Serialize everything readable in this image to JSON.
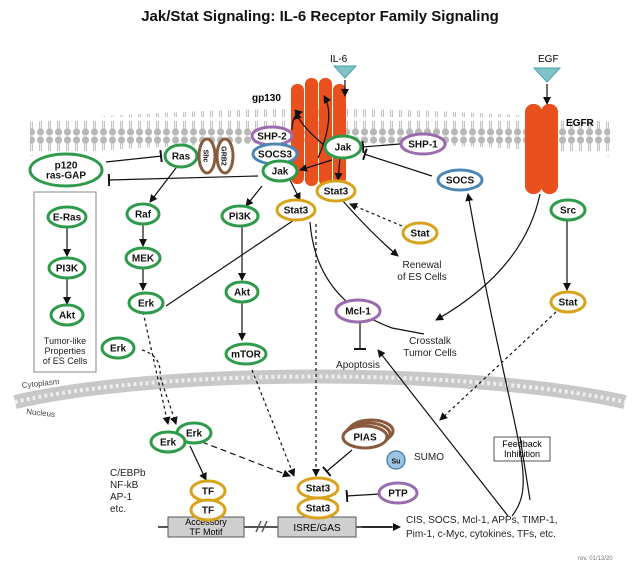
{
  "title": "Jak/Stat Signaling: IL-6 Receptor Family Signaling",
  "receptors": {
    "il6": "IL-6",
    "gp130": "gp130",
    "egf": "EGF",
    "egfr": "EGFR"
  },
  "membrane": {
    "cytoplasm": "Cytoplasm",
    "nucleus": "Nucleus"
  },
  "nodes": {
    "p120_line1": "p120",
    "p120_line2": "ras-GAP",
    "ras": "Ras",
    "shc": "Shc",
    "grb2": "GRB2",
    "shp2": "SHP-2",
    "socs3": "SOCS3",
    "jak_left": "Jak",
    "jak_right": "Jak",
    "shp1": "SHP-1",
    "stat3_left": "Stat3",
    "stat3_right": "Stat3",
    "stat_top": "Stat",
    "socs": "SOCS",
    "src": "Src",
    "stat_right": "Stat",
    "eras": "E-Ras",
    "pi3k_left": "PI3K",
    "akt_left": "Akt",
    "raf": "Raf",
    "mek": "MEK",
    "erk_mid": "Erk",
    "erk_left": "Erk",
    "pi3k_mid": "PI3K",
    "akt_mid": "Akt",
    "mtor": "mTOR",
    "mcl1": "Mcl-1",
    "erk_nuc1": "Erk",
    "erk_nuc2": "Erk",
    "tf1": "TF",
    "tf2": "TF",
    "stat3_nuc1": "Stat3",
    "stat3_nuc2": "Stat3",
    "pias": "PIAS",
    "su": "Su",
    "ptp": "PTP"
  },
  "labels": {
    "tumor_line1": "Tumor-like",
    "tumor_line2": "Properties",
    "tumor_line3": "of ES Cells",
    "renewal_line1": "Renewal",
    "renewal_line2": "of ES Cells",
    "crosstalk_line1": "Crosstalk",
    "crosstalk_line2": "Tumor Cells",
    "apoptosis": "Apoptosis",
    "sumo": "SUMO",
    "tf_factors_1": "C/EBPb",
    "tf_factors_2": "NF-kB",
    "tf_factors_3": "AP-1",
    "tf_factors_4": "etc.",
    "feedback_line1": "Feedback",
    "feedback_line2": "Inhibition",
    "accessory_line1": "Accessory",
    "accessory_line2": "TF Motif",
    "isre": "ISRE/GAS",
    "targets_line1": "CIS, SOCS, Mcl-1, APPs, TIMP-1,",
    "targets_line2": "Pim-1, c-Myc, cytokines, TFs, etc.",
    "revision": "rev. 01/13/20"
  },
  "colors": {
    "green": "#2e9a4a",
    "yellow": "#d9a21b",
    "purple": "#9a6bb0",
    "blue": "#4b86b4",
    "brown": "#8a5a3c",
    "receptor": "#e8501e",
    "teal": "#4aa3a8"
  }
}
